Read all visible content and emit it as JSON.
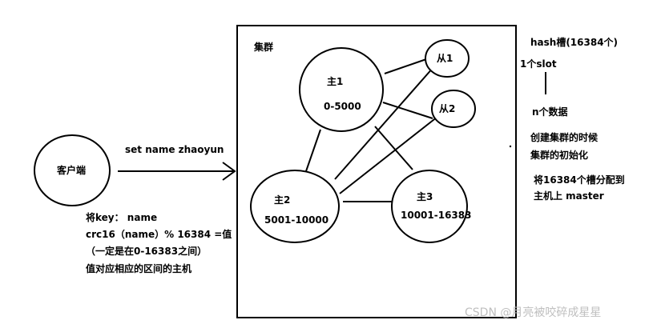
{
  "cluster": {
    "label": "集群"
  },
  "nodes": {
    "client": {
      "label": "客户端"
    },
    "master1": {
      "name": "主1",
      "range": "0-5000"
    },
    "master2": {
      "name": "主2",
      "range": "5001-10000"
    },
    "master3": {
      "name": "主3",
      "range": "10001-16383"
    },
    "slave1": {
      "label": "从1"
    },
    "slave2": {
      "label": "从2"
    }
  },
  "command": "set name zhaoyun",
  "client_notes": [
    "将key：  name",
    "crc16（name）% 16384 =值",
    "（一定是在0-16383之间）",
    "值对应相应的区间的主机"
  ],
  "right_notes": {
    "hash_slots": "hash槽(16384个)",
    "one_slot": "1个slot",
    "n_data": "n个数据",
    "init_line1": "创建集群的时候",
    "init_line2": "集群的初始化",
    "assign_line1": "将16384个槽分配到",
    "assign_line2": "主机上   master"
  },
  "watermark": "CSDN @月亮被咬碎成星星"
}
